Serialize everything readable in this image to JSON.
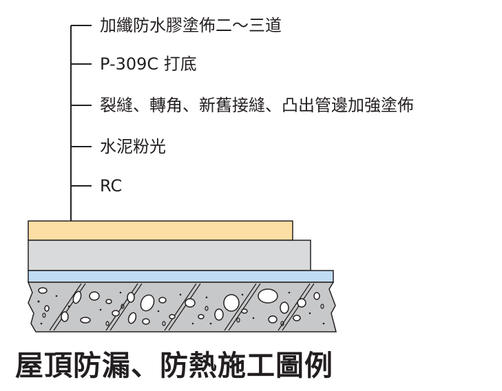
{
  "layers": [
    {
      "label": "加纖防水膠塗佈二～三道",
      "color": "#fcdfa4"
    },
    {
      "label": "P-309C 打底",
      "color": "#bfdcf4"
    },
    {
      "label": "裂縫、轉角、新舊接縫、凸出管邊加強塗佈",
      "color": "#d9dadb"
    },
    {
      "label": "水泥粉光",
      "color": "#d9dadb"
    },
    {
      "label": "RC",
      "color": "#c7c8c9"
    }
  ],
  "title": "屋頂防漏、防熱施工圖例"
}
